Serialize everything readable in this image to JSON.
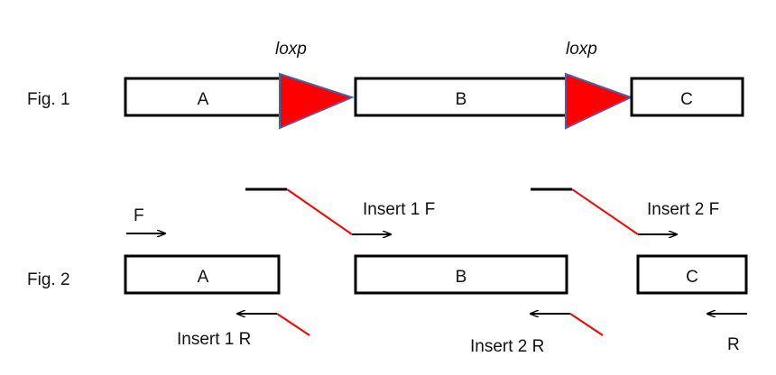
{
  "fig1": {
    "label": "Fig. 1",
    "segments": [
      "A",
      "B",
      "C"
    ],
    "sites": [
      "loxp",
      "loxp"
    ]
  },
  "fig2": {
    "label": "Fig. 2",
    "segments": [
      "A",
      "B",
      "C"
    ],
    "primers": {
      "F": "F",
      "insert1F": "Insert 1 F",
      "insert2F": "Insert 2 F",
      "insert1R": "Insert 1 R",
      "insert2R": "Insert 2 R",
      "R": "R"
    }
  },
  "colors": {
    "loxp_triangle": "#ff0000",
    "triangle_outline": "#4a5fa8",
    "primer_tail": "#ff0000",
    "line": "#000000"
  }
}
